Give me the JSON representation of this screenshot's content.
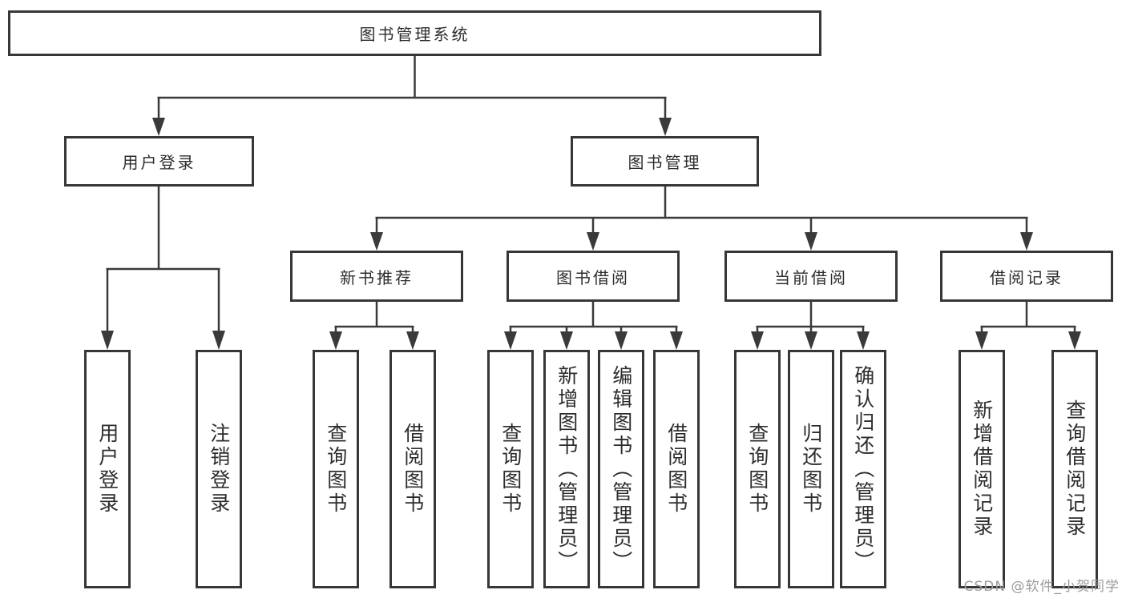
{
  "tree": {
    "root": {
      "label": "图书管理系统"
    },
    "branches": [
      {
        "label": "用户登录",
        "children": [
          {
            "label": "用户登录"
          },
          {
            "label": "注销登录"
          }
        ]
      },
      {
        "label": "图书管理",
        "children": [
          {
            "label": "新书推荐",
            "children": [
              {
                "label": "查询图书"
              },
              {
                "label": "借阅图书"
              }
            ]
          },
          {
            "label": "图书借阅",
            "children": [
              {
                "label": "查询图书"
              },
              {
                "label": "新增图书（管理员）"
              },
              {
                "label": "编辑图书（管理员）"
              },
              {
                "label": "借阅图书"
              }
            ]
          },
          {
            "label": "当前借阅",
            "children": [
              {
                "label": "查询图书"
              },
              {
                "label": "归还图书"
              },
              {
                "label": "确认归还（管理员）"
              }
            ]
          },
          {
            "label": "借阅记录",
            "children": [
              {
                "label": "新增借阅记录"
              },
              {
                "label": "查询借阅记录"
              }
            ]
          }
        ]
      }
    ]
  },
  "watermark": "CSDN @软件_小贺同学",
  "colors": {
    "line": "#3a3a3a",
    "border": "#373737",
    "text": "#2d2d2d",
    "watermark": "#9c9c9c",
    "background": "#ffffff"
  }
}
